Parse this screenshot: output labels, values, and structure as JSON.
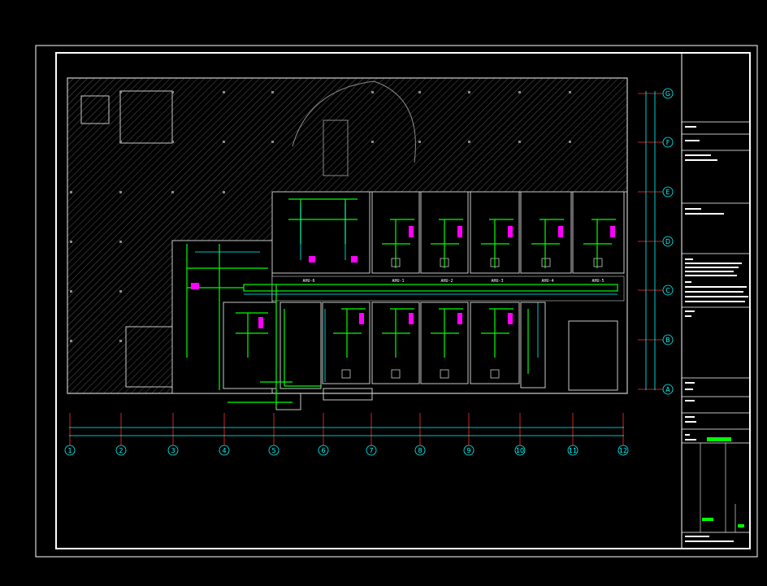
{
  "colors": {
    "background": "#000000",
    "frame": "#ffffff",
    "wall": "#c8c8c8",
    "hatch": "#6e6e6e",
    "duct": "#00ff00",
    "pipe": "#00ffff",
    "equipment": "#ff00ff",
    "axis": "#ff3030"
  },
  "grid_axes": {
    "vertical": [
      "1",
      "2",
      "3",
      "4",
      "5",
      "6",
      "7",
      "8",
      "9",
      "10",
      "11",
      "12"
    ],
    "horizontal": [
      "G",
      "F",
      "E",
      "D",
      "C",
      "B",
      "A"
    ]
  },
  "unit_tags": [
    "AHU-1",
    "AHU-2",
    "AHU-3",
    "AHU-4",
    "AHU-5",
    "AHU-6"
  ],
  "title_block": {
    "rows": 12
  }
}
